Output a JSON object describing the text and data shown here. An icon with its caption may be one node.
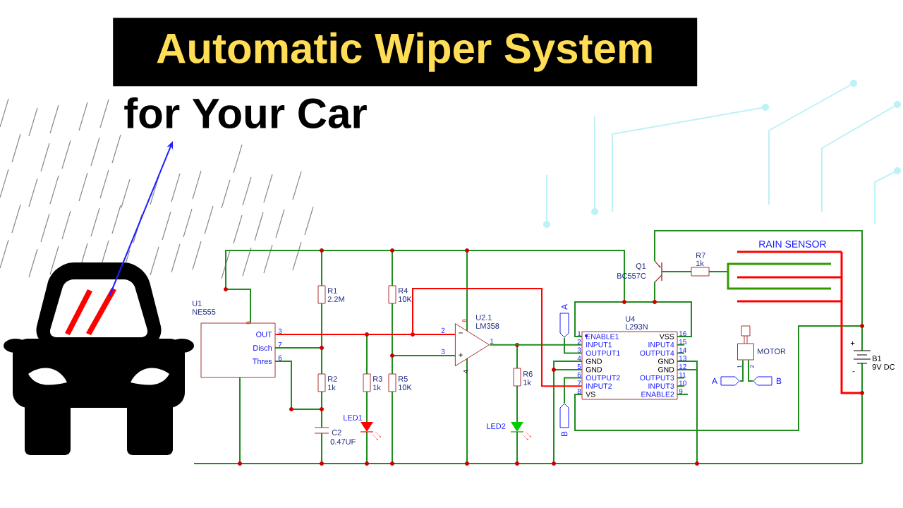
{
  "diagram": {
    "title": "Automatic Wiper System",
    "caption": "for Your Car",
    "nodes": [
      {
        "text": [],
        "shape": "picture"
      },
      {
        "text": [
          "OUT",
          "Disch",
          "Thres"
        ],
        "beside": [
          "U1",
          "NE555",
          "8",
          "3",
          "7",
          "6"
        ]
      },
      {
        "text": [
          "−",
          "+"
        ],
        "beside": [
          "U2.1",
          "LM358",
          "8",
          "2",
          "3",
          "1",
          "4"
        ]
      },
      {
        "text": [
          "A"
        ]
      },
      {
        "text": [
          "ENABLE1",
          "INPUT1",
          "OUTPUT1",
          "GND",
          "GND",
          "OUTPUT2",
          "INPUT2",
          "VS",
          "VSS",
          "INPUT4",
          "OUTPUT4",
          "GND",
          "GND",
          "OUTPUT3",
          "INPUT3",
          "ENABLE2"
        ],
        "beside": [
          "U4",
          "L293N",
          "1",
          "2",
          "3",
          "4",
          "5",
          "6",
          "7",
          "8",
          "9",
          "10",
          "11",
          "12",
          "13",
          "14",
          "15",
          "16"
        ]
      },
      {
        "text": [
          "B"
        ]
      },
      {
        "text": [],
        "shape": "box",
        "beside": [
          "MOTOR",
          "1",
          "2"
        ]
      },
      {
        "text": [
          "A"
        ]
      },
      {
        "text": [
          "B"
        ]
      }
    ],
    "edges": [
      {
        "from": 0,
        "to": null,
        "arrow": "to",
        "color": "#1f1fff"
      },
      {
        "from": 1,
        "to": 2,
        "arrow": "none",
        "color": "#ff0000"
      },
      {
        "from": 2,
        "to": 4,
        "arrow": "none"
      },
      {
        "from": 3,
        "to": 4,
        "arrow": "none"
      },
      {
        "from": 5,
        "to": 4,
        "arrow": "none"
      },
      {
        "from": 6,
        "to": 7,
        "arrow": "none"
      },
      {
        "from": 6,
        "to": 8,
        "arrow": "none"
      },
      {
        "from": 1,
        "to": 4,
        "arrow": "none",
        "color": "#ff0000"
      }
    ],
    "labels": [
      "R1",
      "2.2M",
      "R2",
      "1k",
      "R3",
      "1k",
      "R4",
      "10K",
      "R5",
      "10K",
      "C2",
      "0.47UF",
      "LED1",
      "LED2",
      "R6",
      "1k",
      "Q1",
      "BC557C",
      "R7",
      "1k",
      "RAIN SENSOR",
      "B1",
      "9V DC",
      "+",
      "-"
    ]
  }
}
